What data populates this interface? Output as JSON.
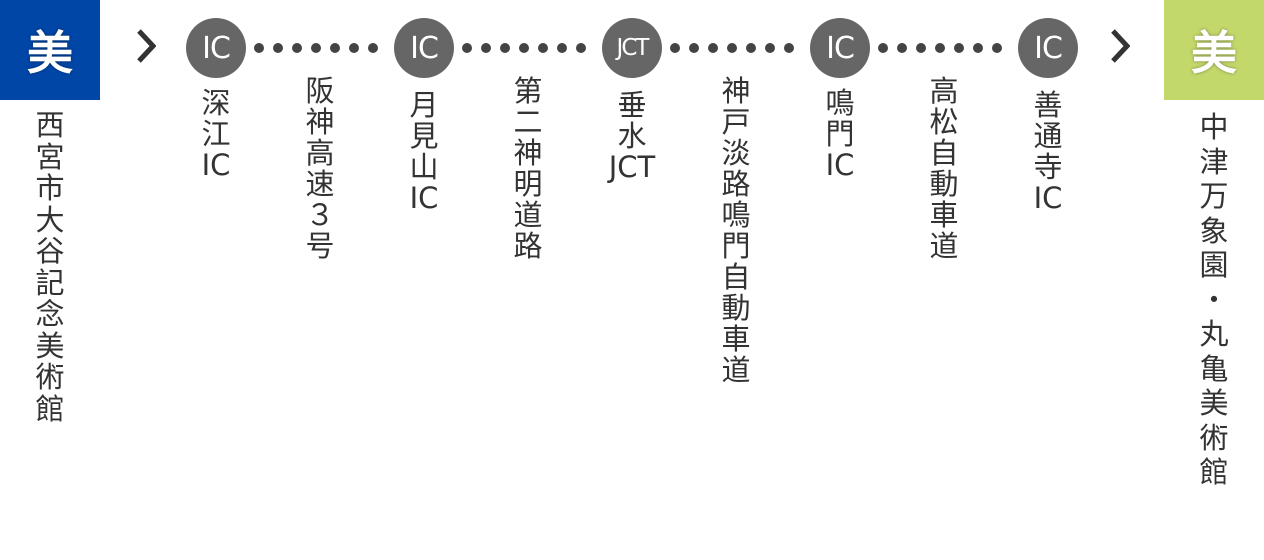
{
  "start": {
    "icon_text": "美",
    "color": "#0046A6",
    "name": [
      "西",
      "宮",
      "市",
      "大",
      "谷",
      "記",
      "念",
      "美",
      "術",
      "館"
    ]
  },
  "end": {
    "icon_text": "美",
    "color": "#C3D86A",
    "name": [
      "中",
      "津",
      "万",
      "象",
      "園",
      "・",
      "丸",
      "亀",
      "美",
      "術",
      "館"
    ]
  },
  "stops": [
    {
      "badge": "IC",
      "name": [
        "深",
        "江",
        "IC"
      ]
    },
    {
      "badge": "IC",
      "name": [
        "月",
        "見",
        "山",
        "IC"
      ]
    },
    {
      "badge": "JCT",
      "name": [
        "垂",
        "水",
        "JCT"
      ]
    },
    {
      "badge": "IC",
      "name": [
        "鳴",
        "門",
        "IC"
      ]
    },
    {
      "badge": "IC",
      "name": [
        "善",
        "通",
        "寺",
        "IC"
      ]
    }
  ],
  "roads": [
    {
      "name": [
        "阪",
        "神",
        "高",
        "速",
        "３",
        "号"
      ]
    },
    {
      "name": [
        "第",
        "二",
        "神",
        "明",
        "道",
        "路"
      ]
    },
    {
      "name": [
        "神",
        "戸",
        "淡",
        "路",
        "鳴",
        "門",
        "自",
        "動",
        "車",
        "道"
      ]
    },
    {
      "name": [
        "高",
        "松",
        "自",
        "動",
        "車",
        "道"
      ]
    }
  ]
}
